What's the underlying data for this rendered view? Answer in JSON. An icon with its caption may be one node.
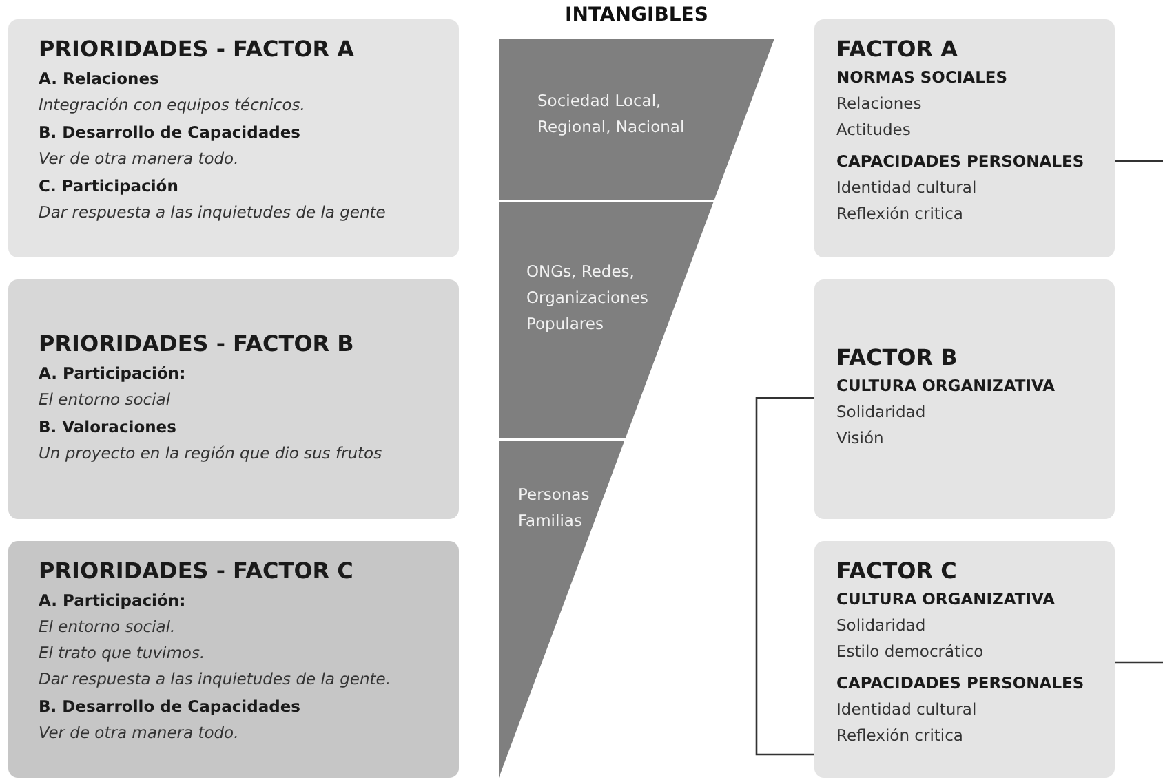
{
  "diagram": {
    "title": "INTANGIBLES",
    "nodes": [
      {
        "text": [
          "PRIORIDADES - FACTOR A",
          "A. Relaciones",
          "Integración con equipos técnicos.",
          "B. Desarrollo de Capacidades",
          "Ver de otra manera todo.",
          "C. Participación",
          "Dar respuesta a las inquietudes de la gente"
        ]
      },
      {
        "text": [
          "PRIORIDADES - FACTOR B",
          "A. Participación:",
          "El entorno social",
          "B. Valoraciones",
          "Un proyecto en la región que dio sus frutos"
        ]
      },
      {
        "text": [
          "PRIORIDADES - FACTOR C",
          "A. Participación:",
          "El entorno social.",
          "El trato que tuvimos.",
          "Dar respuesta a las inquietudes de la gente.",
          "B. Desarrollo de Capacidades",
          "Ver de otra manera todo."
        ]
      },
      {
        "text": [
          "Sociedad Local, Regional, Nacional"
        ]
      },
      {
        "text": [
          "ONGs, Redes, Organizaciones Populares"
        ]
      },
      {
        "text": [
          "Personas Familias"
        ]
      },
      {
        "text": [
          "FACTOR A",
          "NORMAS SOCIALES",
          "Relaciones",
          "Actitudes",
          "CAPACIDADES PERSONALES",
          "Identidad cultural",
          "Reflexión critica"
        ]
      },
      {
        "text": [
          "FACTOR B",
          "CULTURA ORGANIZATIVA",
          "Solidaridad",
          "Visión"
        ]
      },
      {
        "text": [
          "FACTOR C",
          "CULTURA ORGANIZATIVA",
          "Solidaridad",
          "Estilo democrático",
          "CAPACIDADES PERSONALES",
          "Identidad cultural",
          "Reflexión critica"
        ]
      }
    ],
    "edges": [
      {
        "from": 6,
        "to": null,
        "arrow": "none"
      },
      {
        "from": 7,
        "to": 8,
        "arrow": "none"
      },
      {
        "from": 8,
        "to": null,
        "arrow": "none"
      }
    ]
  }
}
